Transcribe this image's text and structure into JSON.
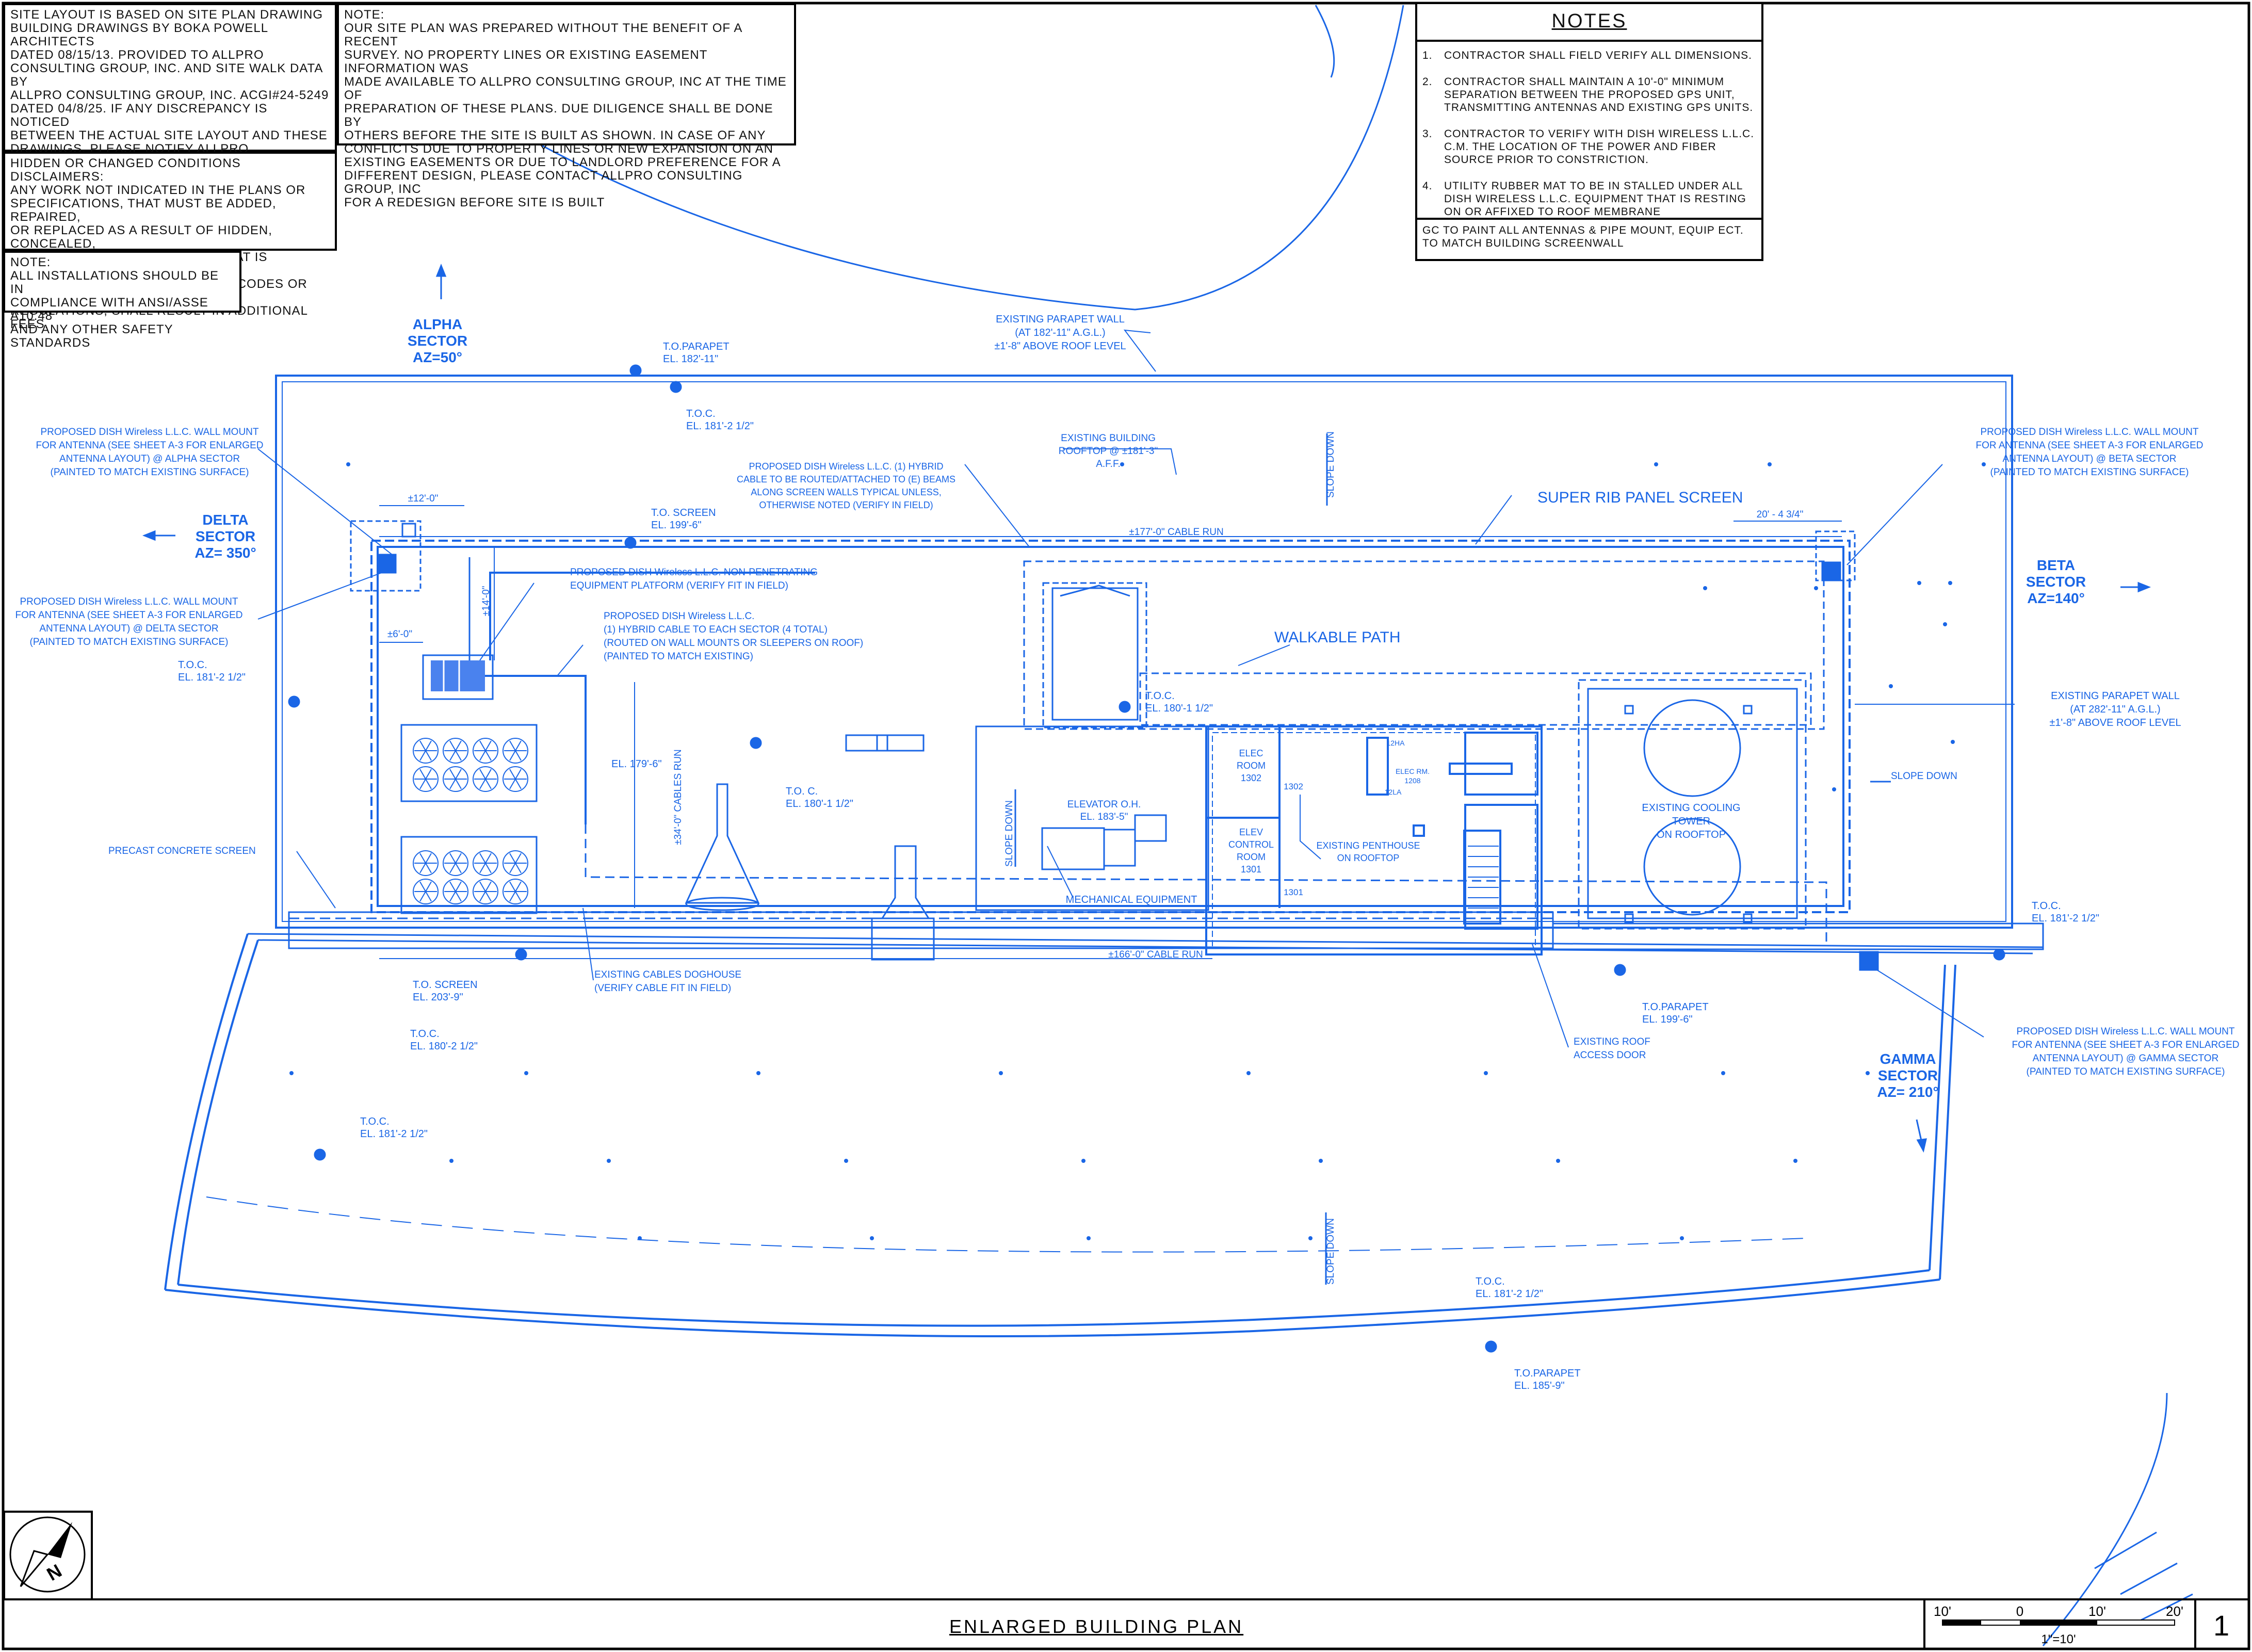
{
  "disclaimer_site_layout": "SITE LAYOUT IS BASED ON SITE PLAN DRAWING\nBUILDING DRAWINGS BY BOKA POWELL ARCHITECTS\nDATED 08/15/13. PROVIDED TO ALLPRO\nCONSULTING GROUP, INC. AND SITE WALK DATA BY\nALLPRO CONSULTING GROUP, INC. ACGI#24-5249\nDATED 04/8/25. IF ANY DISCREPANCY IS NOTICED\nBETWEEN THE ACTUAL SITE LAYOUT AND THESE\nDRAWINGS, PLEASE NOTIFY ALLPRO CONSULTING\nGROUP, INC. FOR A REDESIGN.",
  "note_site_plan": "NOTE:\nOUR SITE PLAN WAS PREPARED WITHOUT THE BENEFIT OF A RECENT\nSURVEY. NO PROPERTY LINES OR EXISTING EASEMENT INFORMATION WAS\nMADE AVAILABLE TO ALLPRO CONSULTING GROUP, INC AT THE TIME OF\nPREPARATION OF THESE PLANS. DUE DILIGENCE SHALL BE DONE BY\nOTHERS BEFORE THE SITE IS BUILT AS SHOWN. IN CASE OF ANY\nCONFLICTS DUE TO PROPERTY LINES OR NEW EXPANSION ON AN\nEXISTING EASEMENTS OR DUE TO LANDLORD PREFERENCE FOR A\nDIFFERENT DESIGN, PLEASE CONTACT ALLPRO CONSULTING GROUP, INC\nFOR A REDESIGN BEFORE SITE IS BUILT",
  "hidden_conditions": "HIDDEN OR CHANGED CONDITIONS DISCLAIMERS:\nANY WORK NOT INDICATED IN THE PLANS OR\nSPECIFICATIONS, THAT MUST BE ADDED, REPAIRED,\nOR REPLACED AS A RESULT OF HIDDEN, CONCEALED,\nOR CHANGED CONDITIONS, OR THAT IS REQUIRED\nFOR COMPLIANCE WITH BUILDING CODES OR OTHER\nREGULATIONS, SHALL RESULT IN ADDITIONAL FEES.",
  "note_ansi": "NOTE:\nALL INSTALLATIONS SHOULD BE IN\nCOMPLIANCE WITH ANSI/ASSE A10.48\nAND ANY OTHER SAFETY STANDARDS",
  "notes": {
    "title": "NOTES",
    "items": [
      {
        "num": "1.",
        "text": "CONTRACTOR SHALL FIELD VERIFY ALL DIMENSIONS."
      },
      {
        "num": "2.",
        "text": "CONTRACTOR SHALL MAINTAIN A 10'-0\" MINIMUM SEPARATION BETWEEN THE PROPOSED GPS UNIT, TRANSMITTING ANTENNAS AND EXISTING GPS UNITS."
      },
      {
        "num": "3.",
        "text": "CONTRACTOR TO VERIFY WITH DISH Wireless L.L.C. C.M. THE LOCATION OF THE POWER AND FIBER SOURCE PRIOR TO CONSTRICTION."
      },
      {
        "num": "4.",
        "text": "UTILITY RUBBER MAT TO BE IN STALLED UNDER ALL DISH Wireless L.L.C. EQUIPMENT THAT IS RESTING ON OR AFFIXED TO ROOF MEMBRANE"
      }
    ],
    "footer": "GC TO PAINT ALL ANTENNAS & PIPE MOUNT, EQUIP ECT. TO MATCH BUILDING SCREENWALL"
  },
  "sectors": {
    "alpha": {
      "name": "ALPHA",
      "sector": "SECTOR",
      "az": "AZ=50°"
    },
    "beta": {
      "name": "BETA",
      "sector": "SECTOR",
      "az": "AZ=140°"
    },
    "gamma": {
      "name": "GAMMA",
      "sector": "SECTOR",
      "az": "AZ= 210°"
    },
    "delta": {
      "name": "DELTA",
      "sector": "SECTOR",
      "az": "AZ= 350°"
    }
  },
  "labels": {
    "existing_parapet_1": [
      "EXISTING PARAPET WALL",
      "(AT 182'-11\" A.G.L.)",
      "±1'-8\" ABOVE ROOF LEVEL"
    ],
    "existing_parapet_2": [
      "EXISTING PARAPET WALL",
      "(AT 282'-11\" A.G.L.)",
      "±1'-8\" ABOVE ROOF LEVEL"
    ],
    "existing_building_rooftop": [
      "EXISTING BUILDING",
      "ROOFTOP @ ±181'-3\"",
      "A.F.F."
    ],
    "hybrid_cable_beams": [
      "PROPOSED DISH Wireless L.L.C. (1) HYBRID",
      "CABLE TO BE ROUTED/ATTACHED TO (E) BEAMS",
      "ALONG SCREEN WALLS TYPICAL UNLESS,",
      "OTHERWISE NOTED (VERIFY IN FIELD)"
    ],
    "wall_mount_alpha": [
      "PROPOSED DISH Wireless L.L.C. WALL MOUNT",
      "FOR ANTENNA  (SEE SHEET A-3 FOR ENLARGED",
      "ANTENNA LAYOUT) @ ALPHA SECTOR",
      "(PAINTED TO MATCH EXISTING SURFACE)"
    ],
    "wall_mount_delta": [
      "PROPOSED DISH Wireless L.L.C. WALL MOUNT",
      "FOR ANTENNA  (SEE SHEET A-3 FOR ENLARGED",
      "ANTENNA LAYOUT) @ DELTA SECTOR",
      "(PAINTED TO MATCH EXISTING SURFACE)"
    ],
    "wall_mount_beta": [
      "PROPOSED DISH Wireless L.L.C. WALL MOUNT",
      "FOR ANTENNA  (SEE SHEET A-3 FOR ENLARGED",
      "ANTENNA LAYOUT) @ BETA SECTOR",
      "(PAINTED TO MATCH EXISTING SURFACE)"
    ],
    "wall_mount_gamma": [
      "PROPOSED DISH Wireless L.L.C. WALL MOUNT",
      "FOR ANTENNA  (SEE SHEET A-3 FOR ENLARGED",
      "ANTENNA LAYOUT) @ GAMMA SECTOR",
      "(PAINTED TO MATCH EXISTING SURFACE)"
    ],
    "non_penetrating": [
      "PROPOSED DISH Wireless L.L.C. NON-PENETRATING",
      "EQUIPMENT PLATFORM  (VERIFY FIT IN FIELD)"
    ],
    "hybrid_each_sector": [
      "PROPOSED DISH Wireless L.L.C.",
      "(1) HYBRID CABLE TO EACH SECTOR (4 TOTAL)",
      "(ROUTED ON WALL MOUNTS OR SLEEPERS ON ROOF)",
      "(PAINTED TO MATCH EXISTING)"
    ],
    "super_rib": "SUPER RIB PANEL SCREEN",
    "walkable_path": "WALKABLE PATH",
    "slope_down": "SLOPE DOWN",
    "precast": "PRECAST CONCRETE SCREEN",
    "cables_doghouse": [
      "EXISTING CABLES DOGHOUSE",
      "(VERIFY CABLE FIT IN FIELD)"
    ],
    "existing_penthouse": [
      "EXISTING PENTHOUSE",
      "ON ROOFTOP"
    ],
    "roof_access": [
      "EXISTING ROOF",
      "ACCESS DOOR"
    ],
    "cooling_tower": [
      "EXISTING COOLING",
      "TOWER",
      "ON ROOFTOP"
    ],
    "elevator_oh": [
      "ELEVATOR O.H.",
      "EL. 183'-5\""
    ],
    "mechanical_equipment": "MECHANICAL EQUIPMENT",
    "elec_room": [
      "ELEC",
      "ROOM",
      "1302"
    ],
    "elev_control": [
      "ELEV",
      "CONTROL",
      "ROOM",
      "1301"
    ],
    "room_1302": "1302",
    "room_1301": "1301",
    "elec_rm": [
      "ELEC RM.",
      "1208"
    ],
    "panel_12ha": "12HA",
    "panel_12la": "12LA",
    "dim_177": "±177'-0\"  CABLE RUN",
    "dim_166": "±166'-0\"  CABLE RUN",
    "dim_12": "±12'-0\"",
    "dim_6": "±6'-0\"",
    "dim_14": "±14'-0\"",
    "dim_34": "±34'-0\"  CABLES RUN",
    "dim_20": "20' - 4 3/4\"",
    "el_179": "EL. 179'-6\""
  },
  "elevations": [
    {
      "t1": "T.O.PARAPET",
      "t2": "EL. 182'-11\""
    },
    {
      "t1": "T.O.C.",
      "t2": "EL. 181'-2 1/2\""
    },
    {
      "t1": "T.O. SCREEN",
      "t2": "EL. 199'-6\""
    },
    {
      "t1": "T.O.C.",
      "t2": "EL. 181'-2 1/2\""
    },
    {
      "t1": "T.O.C.",
      "t2": "EL. 180'-1 1/2\""
    },
    {
      "t1": "T.O. C.",
      "t2": "EL. 180'-1 1/2\""
    },
    {
      "t1": "T.O.C.",
      "t2": "EL. 181'-2 1/2\""
    },
    {
      "t1": "T.O. SCREEN",
      "t2": "EL. 203'-9\""
    },
    {
      "t1": "T.O.C.",
      "t2": "EL. 180'-2 1/2\""
    },
    {
      "t1": "T.O.PARAPET",
      "t2": "EL. 199'-6\""
    },
    {
      "t1": "T.O.C.",
      "t2": "EL. 181'-2 1/2\""
    },
    {
      "t1": "T.O.C.",
      "t2": "EL. 181'-2 1/2\""
    },
    {
      "t1": "T.O.PARAPET",
      "t2": "EL. 185'-9\""
    }
  ],
  "title_block": {
    "title": "ENLARGED BUILDING PLAN",
    "scale_ticks": [
      "10'",
      "0",
      "10'",
      "20'"
    ],
    "scale_text": "1\"=10'",
    "sheet_num": "1",
    "north": "N"
  },
  "colors": {
    "line": "#1a66e6",
    "ink": "#000000",
    "paper": "#ffffff"
  }
}
